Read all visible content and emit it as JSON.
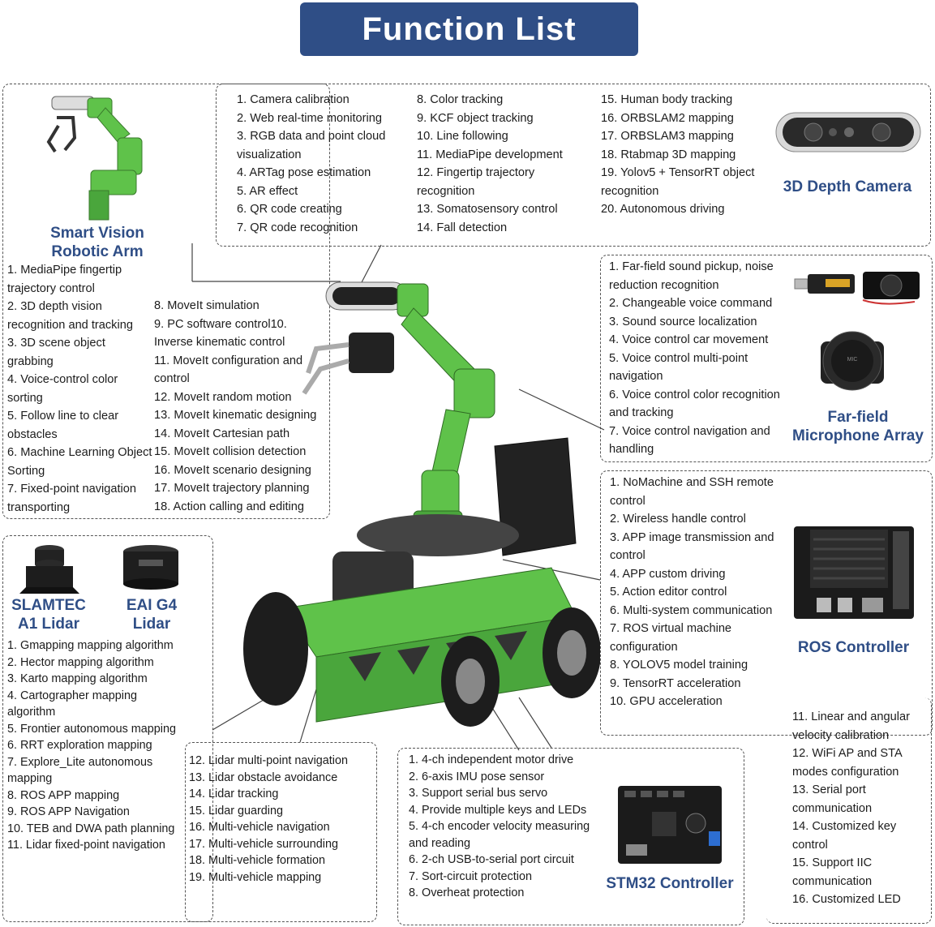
{
  "header": {
    "title": "Function List"
  },
  "depth_camera": {
    "label": "3D Depth Camera",
    "col1": [
      "1. Camera calibration",
      "2. Web real-time monitoring",
      "3. RGB data and point cloud visualization",
      "4. ARTag pose estimation",
      "5. AR effect",
      "6. QR code creating",
      "7. QR code recognition"
    ],
    "col2": [
      "8. Color tracking",
      "9. KCF object tracking",
      "10. Line following",
      "11. MediaPipe development",
      "12. Fingertip trajectory recognition",
      "13. Somatosensory control",
      "14. Fall detection"
    ],
    "col3": [
      "15. Human body tracking",
      "16. ORBSLAM2 mapping",
      "17. ORBSLAM3 mapping",
      "18. Rtabmap 3D mapping",
      "19. Yolov5 + TensorRT object recognition",
      "20. Autonomous driving"
    ]
  },
  "robotic_arm": {
    "label": "Smart Vision Robotic Arm",
    "col1": [
      "1. MediaPipe fingertip trajectory control",
      "2. 3D depth vision recognition and tracking",
      "3. 3D scene object grabbing",
      "4. Voice-control color sorting",
      "5. Follow line to clear obstacles",
      "6. Machine Learning Object Sorting",
      "7. Fixed-point navigation transporting"
    ],
    "col2": [
      "8. MoveIt simulation",
      "9. PC software control10. Inverse kinematic control",
      "11. MoveIt configuration and control",
      "12. MoveIt random motion",
      "13. MoveIt kinematic designing",
      "14. MoveIt Cartesian path",
      "15. MoveIt collision detection",
      "16. MoveIt scenario designing",
      "17. MoveIt trajectory planning",
      "18. Action calling and editing"
    ]
  },
  "microphone": {
    "label": "Far-field Microphone Array",
    "items": [
      "1. Far-field sound pickup, noise reduction recognition",
      "2. Changeable voice command",
      "3. Sound source localization",
      "4. Voice control car movement",
      "5. Voice control multi-point navigation",
      "6. Voice control color recognition and tracking",
      "7. Voice control navigation and handling"
    ]
  },
  "ros_controller": {
    "label": "ROS Controller",
    "col1": [
      "1. NoMachine and SSH remote control",
      "2. Wireless handle control",
      "3. APP image transmission and control",
      "4. APP custom driving",
      "5. Action editor control",
      "6. Multi-system communication",
      "7. ROS virtual machine configuration",
      "8. YOLOV5 model training",
      "9. TensorRT acceleration",
      "10. GPU acceleration"
    ],
    "col2": [
      "11. Linear and angular velocity calibration",
      "12. WiFi AP and STA modes configuration",
      "13. Serial port communication",
      "14. Customized key control",
      "15. Support IIC communication",
      "16. Customized LED"
    ]
  },
  "lidar": {
    "label_a1": "SLAMTEC A1 Lidar",
    "label_g4": "EAI G4 Lidar",
    "col1": [
      "1. Gmapping mapping algorithm",
      "2. Hector mapping algorithm",
      "3. Karto mapping algorithm",
      "4. Cartographer mapping algorithm",
      "5. Frontier autonomous mapping",
      "6. RRT exploration mapping",
      "7. Explore_Lite autonomous mapping",
      "8. ROS APP mapping",
      "9. ROS APP Navigation",
      "10. TEB and DWA path planning",
      "11. Lidar fixed-point navigation"
    ],
    "col2": [
      "12. Lidar multi-point navigation",
      "13. Lidar obstacle avoidance",
      "14. Lidar tracking",
      "15. Lidar guarding",
      "16. Multi-vehicle navigation",
      "17. Multi-vehicle surrounding",
      "18. Multi-vehicle formation",
      "19. Multi-vehicle mapping"
    ]
  },
  "stm32": {
    "label": "STM32 Controller",
    "items": [
      "1. 4-ch independent motor drive",
      "2. 6-axis IMU pose sensor",
      "3. Support serial bus servo",
      "4. Provide multiple keys and LEDs",
      "5. 4-ch encoder velocity measuring and reading",
      "6. 2-ch USB-to-serial port circuit",
      "7. Sort-circuit protection",
      "8. Overheat protection"
    ]
  },
  "colors": {
    "title_bg": "#2f4e86",
    "robot_green": "#5fc24a",
    "label_blue": "#2f4e86"
  }
}
